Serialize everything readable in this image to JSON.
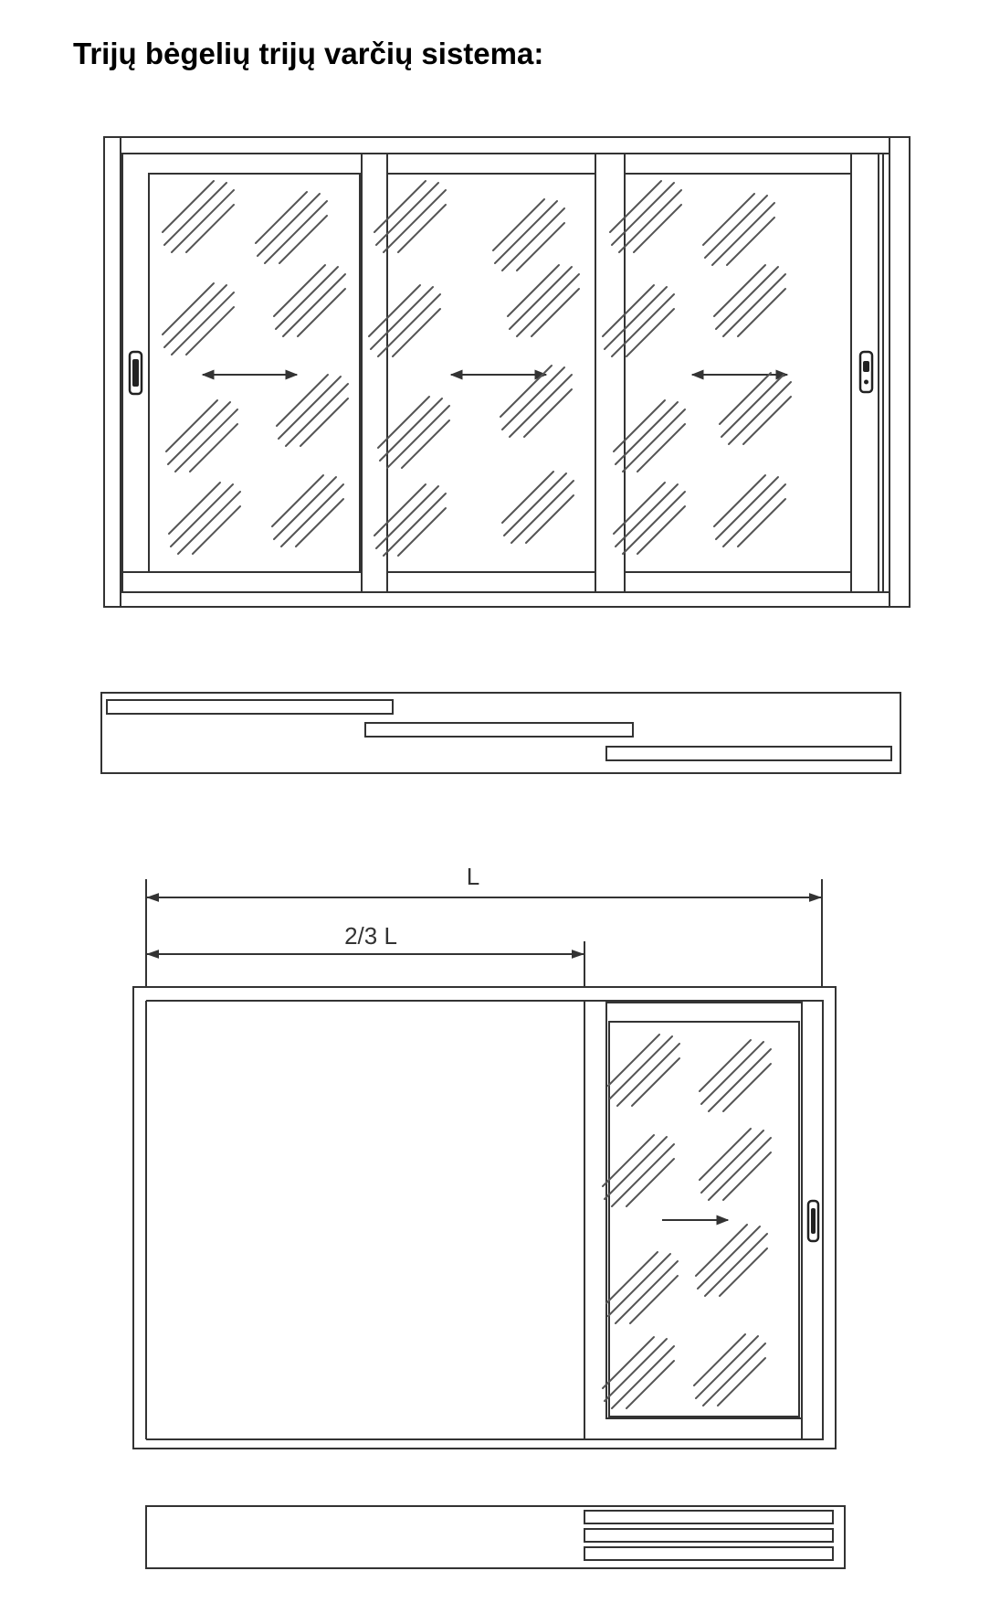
{
  "title": "Trijų bėgelių trijų varčių sistema:",
  "dimensions": {
    "full_label": "L",
    "partial_label": "2/3 L"
  },
  "colors": {
    "line": "#333333",
    "hatch": "#555555",
    "background": "#ffffff"
  }
}
